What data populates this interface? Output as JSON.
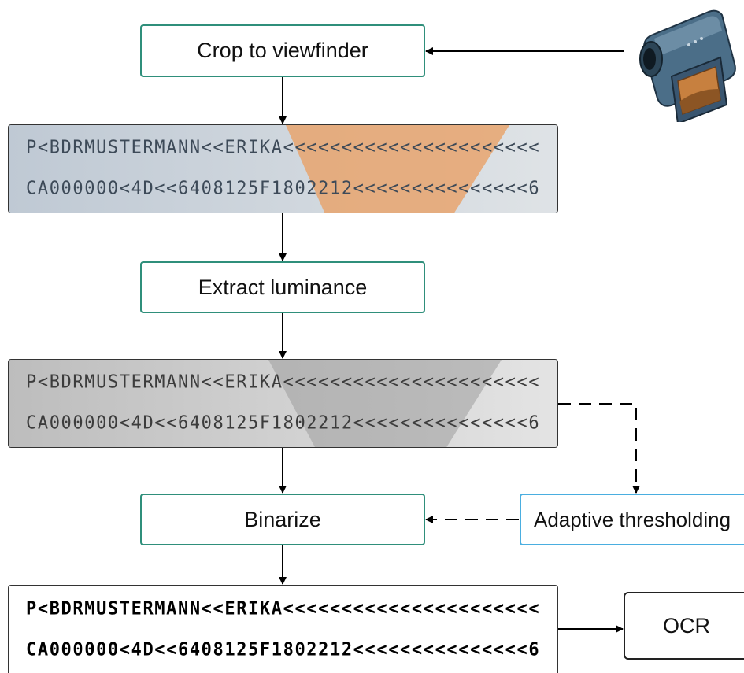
{
  "steps": {
    "crop": "Crop to viewfinder",
    "extract": "Extract luminance",
    "binarize": "Binarize",
    "adaptive": "Adaptive thresholding",
    "ocr": "OCR"
  },
  "mrz": {
    "line1": "P<BDRMUSTERMANN<<ERIKA<<<<<<<<<<<<<<<<<<<<<<",
    "line2": "CA000000<4D<<6408125F1802212<<<<<<<<<<<<<<<6"
  },
  "icons": {
    "source": "video-camera-icon"
  },
  "colors": {
    "process_border": "#2f8f7b",
    "adaptive_border": "#4aaee0",
    "ocr_border": "#222222",
    "color_strip_bg": "#c9d2dc",
    "color_strip_highlight": "#e8a46e",
    "gray_strip_bg": "#c4c4c4",
    "binary_strip_bg": "#ffffff"
  }
}
